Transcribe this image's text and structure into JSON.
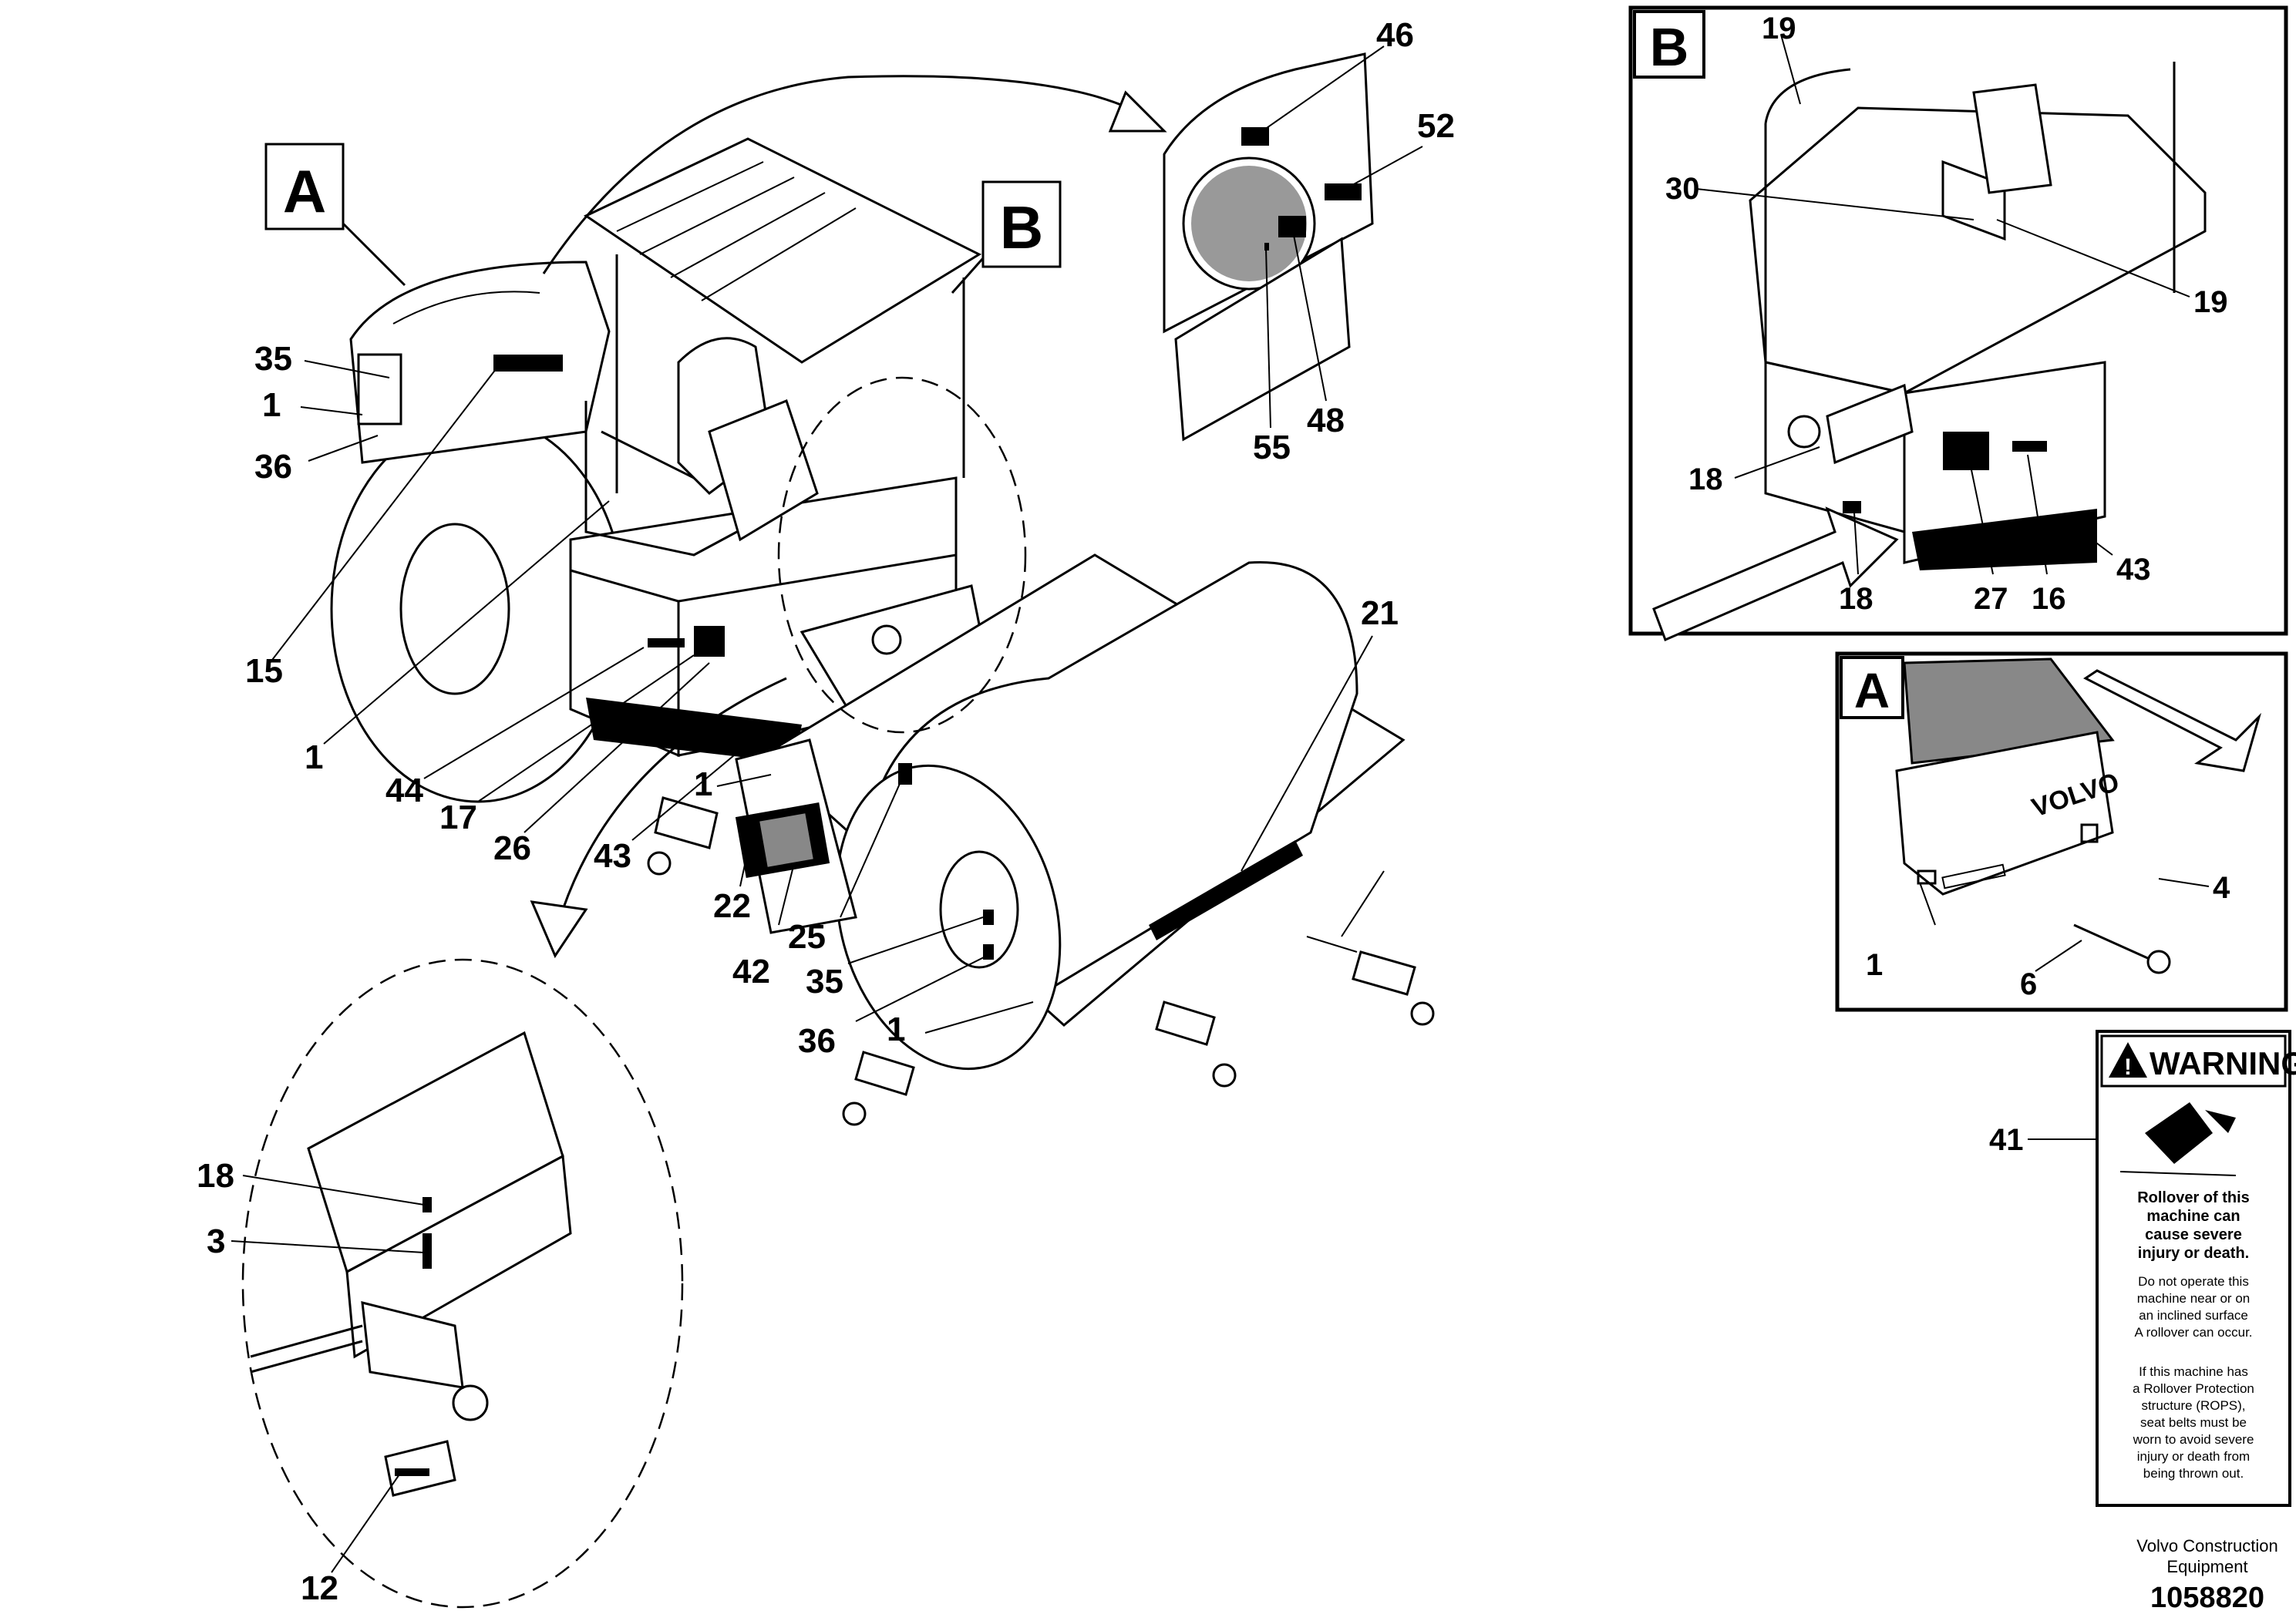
{
  "views": {
    "A": {
      "letter": "A"
    },
    "B": {
      "letter": "B"
    }
  },
  "callouts_main": [
    "35",
    "1",
    "36",
    "15",
    "1",
    "44",
    "17",
    "26",
    "43",
    "1",
    "22",
    "42",
    "25",
    "35",
    "36",
    "1",
    "21",
    "46",
    "52",
    "55",
    "48",
    "18",
    "3",
    "12"
  ],
  "callouts_detail_b": [
    "19",
    "30",
    "19",
    "18",
    "18",
    "27",
    "16",
    "43"
  ],
  "callouts_detail_a": [
    "4",
    "1",
    "6"
  ],
  "warning_decal": {
    "callout": "41",
    "header": "WARNING",
    "headline": [
      "Rollover of this",
      "machine can",
      "cause severe",
      "injury or death."
    ],
    "paragraph1": [
      "Do not operate this",
      "machine near or on",
      "an inclined surface",
      "A rollover can occur."
    ],
    "paragraph2": [
      "If this machine has",
      "a Rollover Protection",
      "structure (ROPS),",
      "seat belts must be",
      "worn to avoid severe",
      "injury or death from",
      "being thrown out."
    ]
  },
  "brand_text": "VOLVO",
  "footer": {
    "company_line1": "Volvo Construction",
    "company_line2": "Equipment",
    "drawing_number": "1058820"
  }
}
